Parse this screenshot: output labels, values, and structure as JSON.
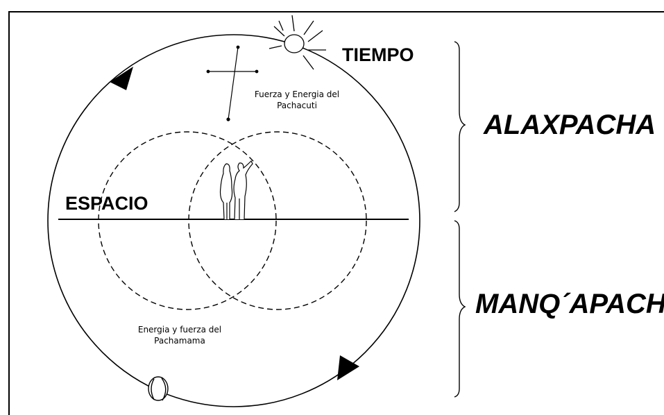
{
  "labels": {
    "tiempo": "TIEMPO",
    "espacio": "ESPACIO",
    "alaxpacha": "ALAXPACHA",
    "manqapacha": "MANQ´APACHA",
    "upper_caption": [
      "Fuerza y Energia del",
      "Pachacuti"
    ],
    "lower_caption": [
      "Energia y fuerza del",
      "Pachamama"
    ]
  },
  "icons": {
    "sun": "sun-icon",
    "moon": "moon-icon",
    "cross": "southern-cross-icon",
    "figures": "human-figures-icon"
  },
  "colors": {
    "line": "#000000",
    "background": "#ffffff"
  }
}
